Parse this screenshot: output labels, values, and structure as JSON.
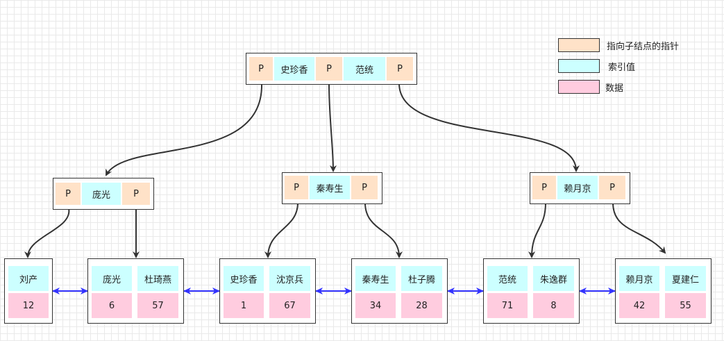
{
  "legend": {
    "pointer": "指向子结点的指针",
    "key": "索引值",
    "data": "数据"
  },
  "colors": {
    "pointer": "#ffe2c8",
    "key": "#ccffff",
    "data": "#ffccdf",
    "link": "#3333ff",
    "edge": "#333333"
  },
  "root": {
    "p": "P",
    "keys": [
      "史珍香",
      "范统"
    ]
  },
  "internal": [
    {
      "p": "P",
      "keys": [
        "庞光"
      ]
    },
    {
      "p": "P",
      "keys": [
        "秦寿生"
      ]
    },
    {
      "p": "P",
      "keys": [
        "赖月京"
      ]
    }
  ],
  "leaves": [
    {
      "keys": [
        "刘产"
      ],
      "values": [
        "12"
      ]
    },
    {
      "keys": [
        "庞光",
        "杜琦燕"
      ],
      "values": [
        "6",
        "57"
      ]
    },
    {
      "keys": [
        "史珍香",
        "沈京兵"
      ],
      "values": [
        "1",
        "67"
      ]
    },
    {
      "keys": [
        "秦寿生",
        "杜子腾"
      ],
      "values": [
        "34",
        "28"
      ]
    },
    {
      "keys": [
        "范统",
        "朱逸群"
      ],
      "values": [
        "71",
        "8"
      ]
    },
    {
      "keys": [
        "赖月京",
        "夏建仁"
      ],
      "values": [
        "42",
        "55"
      ]
    }
  ]
}
